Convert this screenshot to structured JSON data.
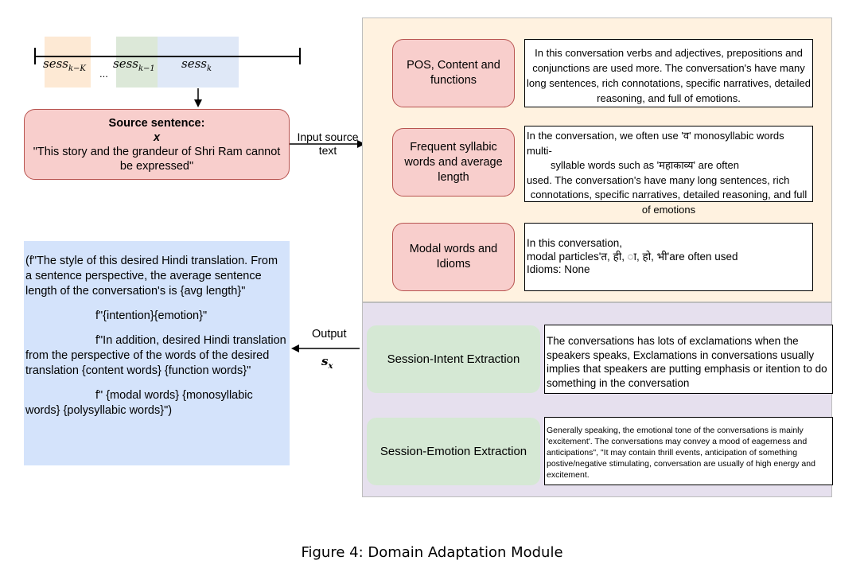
{
  "timeline": {
    "labels": [
      {
        "base": "sess",
        "sub": "k−K"
      },
      {
        "base": "sess",
        "sub": "k−1"
      },
      {
        "base": "sess",
        "sub": "k"
      }
    ],
    "ellipsis": "...",
    "colors": {
      "orange": "#fde9d4",
      "green": "#dce8d8",
      "blue": "#dfe8f7"
    }
  },
  "source": {
    "title": "Source sentence:",
    "var": "x",
    "text": "\"This story and the grandeur of Shri Ram cannot be expressed\""
  },
  "arrow_input": {
    "line1": "Input source",
    "line2": "text"
  },
  "arrow_output": {
    "label": "Output",
    "var_base": "s",
    "var_sub": "x"
  },
  "features": [
    {
      "label": "POS, Content and functions",
      "desc": "In this conversation verbs and adjectives, prepositions and conjunctions are used more. The conversation's have many long sentences, rich connotations, specific narratives, detailed reasoning, and full of emotions."
    },
    {
      "label": "Frequent syllabic words and average length",
      "desc_lines": [
        "In the conversation, we often use 'व' monosyllabic words multi-",
        "syllable words such as 'महाकाव्य' are often",
        "used. The conversation's have many long sentences, rich",
        "connotations, specific narratives, detailed reasoning, and full",
        "of emotions"
      ]
    },
    {
      "label": "Modal words and Idioms",
      "desc_lines": [
        "In this conversation,",
        "modal particles'त, ही, ा, हो, भी'are often used",
        "Idioms: None"
      ]
    }
  ],
  "sessions": [
    {
      "label": "Session-Intent Extraction",
      "desc": "The conversations has lots of exclamations when the speakers speaks, Exclamations in conversations usually implies that speakers are putting emphasis or itention to do something in the conversation"
    },
    {
      "label": "Session-Emotion Extraction",
      "desc": "Generally speaking, the emotional tone of the conversations is mainly 'excitement'. The conversations may convey a mood of eagerness and anticipations\", \"It may contain thrill events, anticipation of something postive/negative stimulating, conversation are usually of high energy and excitement."
    }
  ],
  "output_text": {
    "p1": "(f\"The style of this desired Hindi translation. From a sentence perspective, the average sentence length of the conversation's is {avg length}\"",
    "p2": "f\"{intention}{emotion}\"",
    "p3": "f\"In addition, desired Hindi translation from the perspective of the words of the desired translation {content words} {function words}\"",
    "p4": "f\" {modal words} {monosyllabic words} {polysyllabic words}\")"
  },
  "caption": "Figure 4: Domain Adaptation Module"
}
